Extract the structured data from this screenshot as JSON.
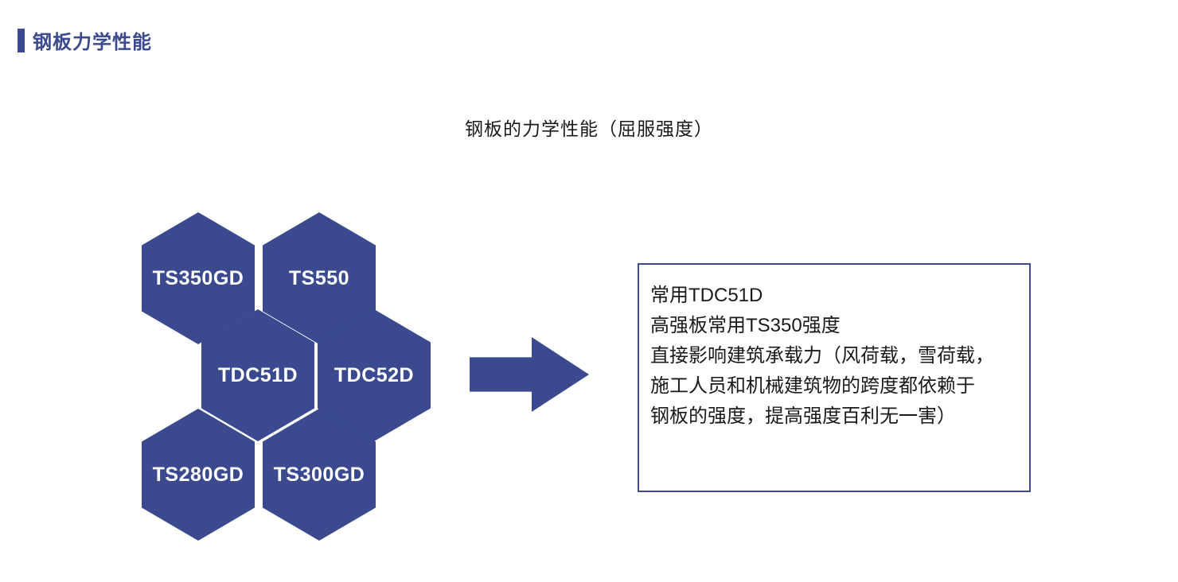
{
  "colors": {
    "accent": "#3B4A8E",
    "text": "#1A1A1A",
    "hex_label": "#FFFFFF"
  },
  "page": {
    "title": "钢板力学性能",
    "subtitle": "钢板的力学性能（屈服强度）"
  },
  "hexagons": [
    {
      "label": "TS350GD"
    },
    {
      "label": "TS550"
    },
    {
      "label": "TDC51D"
    },
    {
      "label": "TDC52D"
    },
    {
      "label": "TS280GD"
    },
    {
      "label": "TS300GD"
    }
  ],
  "infobox": {
    "lines": [
      "常用TDC51D",
      "高强板常用TS350强度",
      "直接影响建筑承载力（风荷载，雪荷载，",
      "施工人员和机械建筑物的跨度都依赖于",
      "钢板的强度，提高强度百利无一害）"
    ]
  }
}
